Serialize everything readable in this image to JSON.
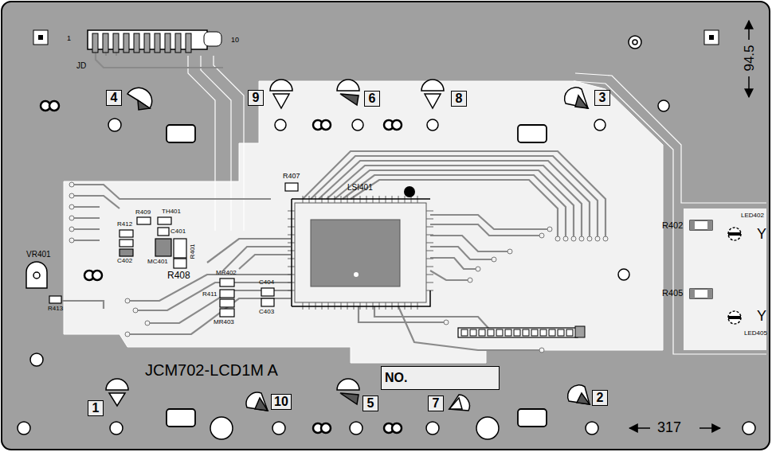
{
  "diagram": {
    "nodes": [
      {
        "text": [
          "4"
        ]
      },
      {
        "text": [
          "9"
        ]
      },
      {
        "text": [
          "6"
        ]
      },
      {
        "text": [
          "8"
        ]
      },
      {
        "text": [
          "3"
        ]
      },
      {
        "text": [
          "NO."
        ]
      },
      {
        "text": [
          "1"
        ]
      },
      {
        "text": [
          "10"
        ]
      },
      {
        "text": [
          "5"
        ]
      },
      {
        "text": [
          "7"
        ]
      },
      {
        "text": [
          "2"
        ]
      }
    ],
    "labels": [
      "1",
      "10",
      "JD",
      "94.5",
      "R407",
      "LSI401",
      "R409",
      "TH401",
      "R412",
      "C401",
      "C402",
      "VR401",
      "R401",
      "MC401",
      "MR402",
      "R408",
      "C404",
      "R411",
      "C403",
      "R413",
      "MR403",
      "R402",
      "LED402",
      "Y",
      "R405",
      "Y",
      "LED405",
      "JCM702-LCD1M A",
      "317"
    ]
  }
}
